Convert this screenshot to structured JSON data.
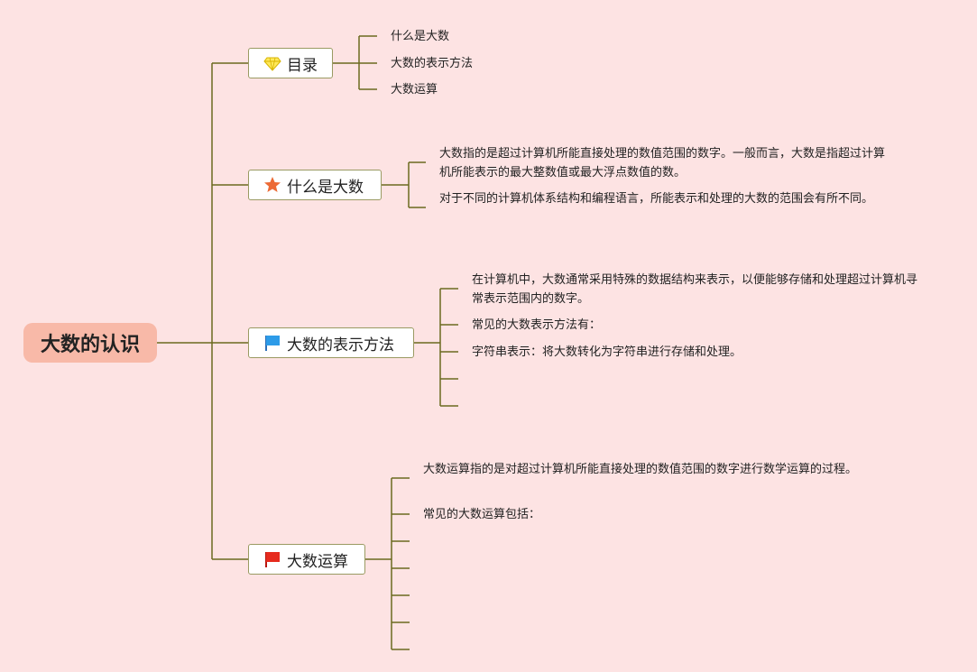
{
  "root": {
    "label": "大数的认识"
  },
  "colors": {
    "background": "#fde3e3",
    "root_fill": "#f8b9a8",
    "line": "#6b6b1f",
    "topic_border": "#9a9a62"
  },
  "topics": [
    {
      "label": "目录",
      "icon": "diamond-icon",
      "leaves": [
        "什么是大数",
        "大数的表示方法",
        "大数运算"
      ]
    },
    {
      "label": "什么是大数",
      "icon": "star-icon",
      "leaves": [
        "大数指的是超过计算机所能直接处理的数值范围的数字。一般而言，大数是指超过计算机所能表示的最大整数值或最大浮点数值的数。",
        "对于不同的计算机体系结构和编程语言，所能表示和处理的大数的范围会有所不同。"
      ]
    },
    {
      "label": "大数的表示方法",
      "icon": "blue-flag-icon",
      "leaves": [
        "在计算机中，大数通常采用特殊的数据结构来表示，以便能够存储和处理超过计算机寻常表示范围内的数字。",
        "常见的大数表示方法有：",
        "字符串表示：将大数转化为字符串进行存储和处理。",
        "",
        ""
      ]
    },
    {
      "label": "大数运算",
      "icon": "red-flag-icon",
      "leaves": [
        "大数运算指的是对超过计算机所能直接处理的数值范围的数字进行数学运算的过程。",
        "常见的大数运算包括：",
        "",
        "",
        "",
        "",
        ""
      ]
    }
  ]
}
